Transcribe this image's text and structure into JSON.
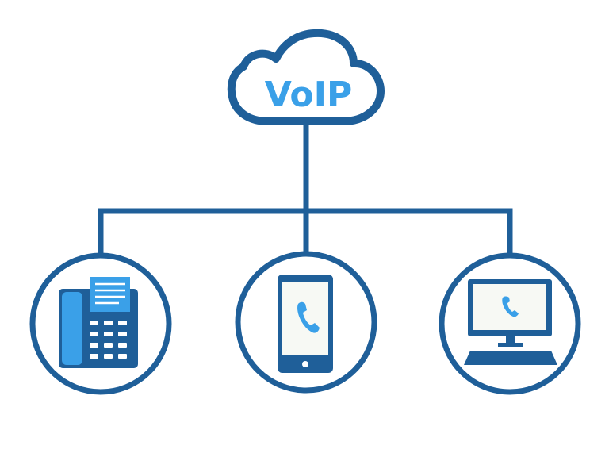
{
  "cloud": {
    "label": "VoIP"
  },
  "devices": [
    {
      "name": "desk-phone",
      "icon": "desk-phone-icon"
    },
    {
      "name": "smartphone",
      "icon": "smartphone-icon"
    },
    {
      "name": "desktop-computer",
      "icon": "desktop-computer-icon"
    }
  ],
  "colors": {
    "primary": "#1f5f99",
    "accent": "#3aa0e8",
    "screen": "#f7f9f4",
    "background": "#ffffff"
  }
}
